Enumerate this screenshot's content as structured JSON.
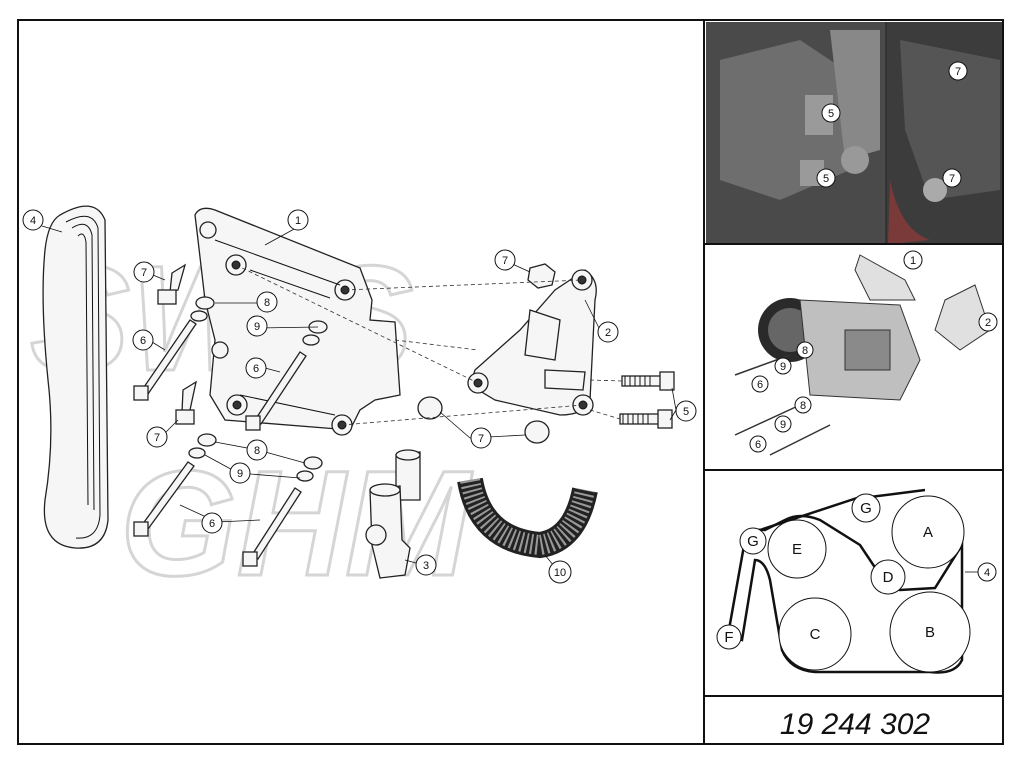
{
  "part_number": "19 244 302",
  "watermark": {
    "line1": "SWIS",
    "line2": "GHM"
  },
  "exploded_view_callouts": [
    "1",
    "2",
    "3",
    "4",
    "5",
    "6",
    "7",
    "8",
    "9",
    "10"
  ],
  "exploded_view": {
    "callout_1": "1",
    "callout_2": "2",
    "callout_3": "3",
    "callout_4": "4",
    "callout_5": "5",
    "callout_6a": "6",
    "callout_6b": "6",
    "callout_6c": "6",
    "callout_7a": "7",
    "callout_7b": "7",
    "callout_7c": "7",
    "callout_8a": "8",
    "callout_8b": "8",
    "callout_9a": "9",
    "callout_9b": "9",
    "callout_10": "10"
  },
  "photo_panel": {
    "callout_5a": "5",
    "callout_5b": "5",
    "callout_7a": "7",
    "callout_7b": "7"
  },
  "render_panel": {
    "callout_1": "1",
    "callout_2": "2",
    "callout_8a": "8",
    "callout_8b": "8",
    "callout_9a": "9",
    "callout_9b": "9",
    "callout_6a": "6",
    "callout_6b": "6"
  },
  "belt_routing": {
    "pulleys": {
      "A": "A",
      "B": "B",
      "C": "C",
      "D": "D",
      "E": "E",
      "F": "F",
      "G1": "G",
      "G2": "G"
    },
    "belt_callout": "4"
  },
  "colors": {
    "frame": "#111111",
    "part_fill": "#f6f6f6",
    "watermark": "#d5d5d5",
    "photo_bg": "#5a5a5a"
  }
}
